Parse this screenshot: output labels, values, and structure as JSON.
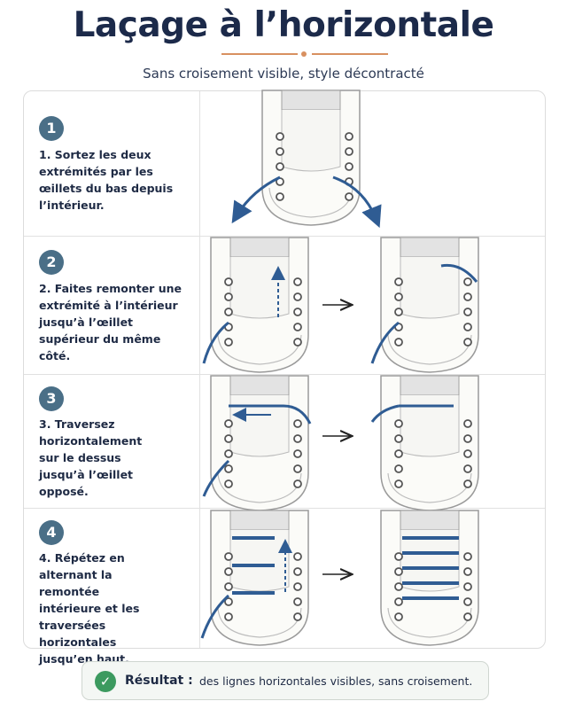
{
  "title": "Laçage à l’horizontale",
  "subtitle": "Sans croisement visible, style décontracté",
  "steps": [
    {
      "number": "1",
      "text": "1. Sortez les deux extrémités par les œillets du bas depuis l’intérieur."
    },
    {
      "number": "2",
      "text": "2. Faites remonter une extrémité à l’intérieur jusqu’à l’œillet supérieur du même côté."
    },
    {
      "number": "3",
      "text": "3. Traversez horizontalement sur le dessus jusqu’à l’œillet opposé."
    },
    {
      "number": "4",
      "text": "4. Répétez en alternant la remontée intérieure et les traversées horizontales jusqu’en haut."
    }
  ],
  "result": {
    "label": "Résultat :",
    "text": "des lignes horizontales  visibles, sans croisement."
  },
  "colors": {
    "lace": "#2f5c93",
    "badge": "#4a6f87",
    "accent_divider": "#d89060",
    "check": "#3c9a5f"
  },
  "icons": [
    "arrow-right-icon",
    "check-icon"
  ]
}
